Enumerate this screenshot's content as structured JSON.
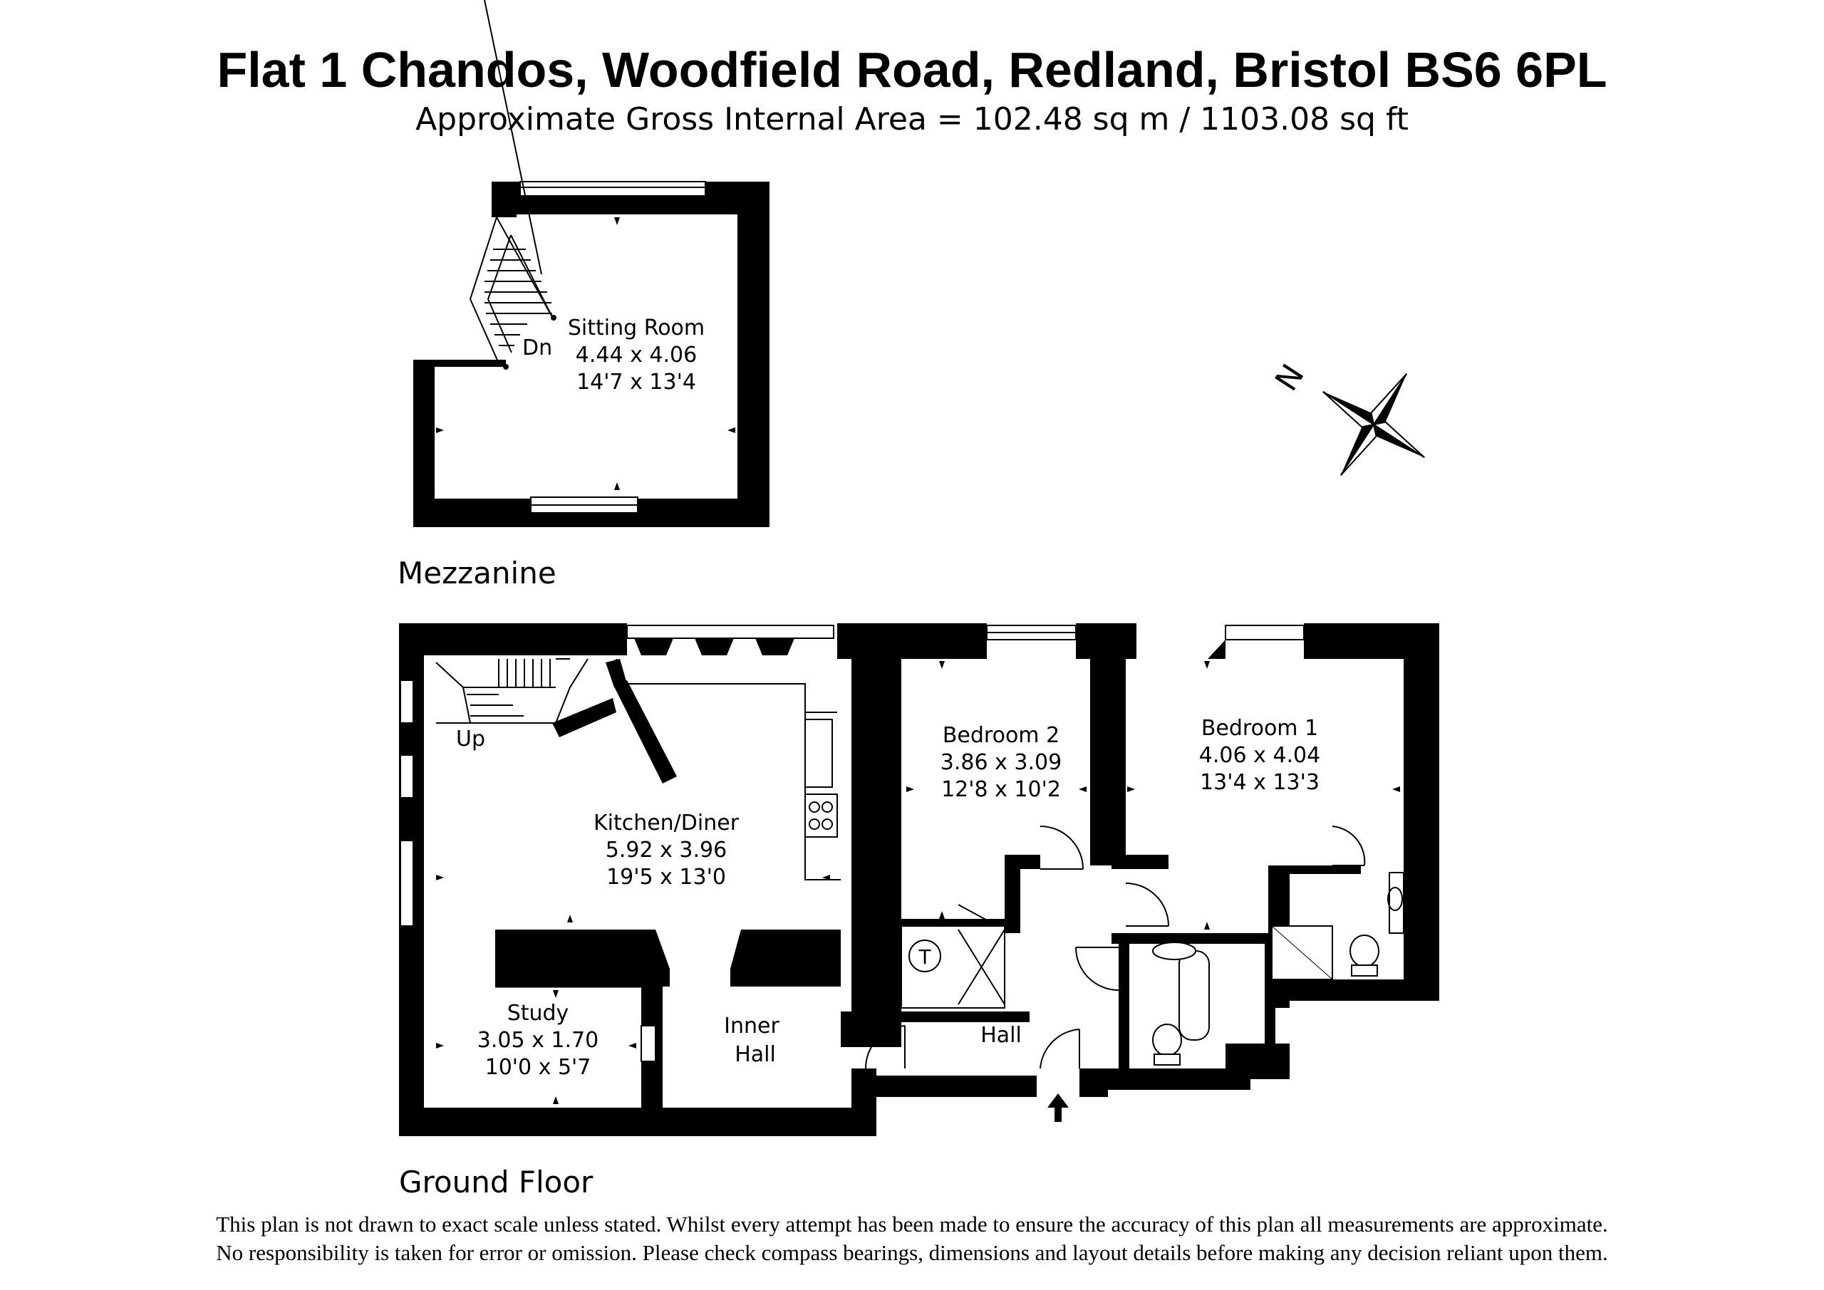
{
  "header": {
    "title": "Flat 1 Chandos, Woodfield Road, Redland, Bristol  BS6 6PL",
    "subtitle": "Approximate Gross Internal Area = 102.48 sq m / 1103.08 sq ft"
  },
  "compass": {
    "label": "N"
  },
  "mezzanine": {
    "label": "Mezzanine",
    "stair_label": "Dn",
    "rooms": [
      {
        "name": "Sitting Room",
        "metric": "4.44 x 4.06",
        "imperial": "14'7 x 13'4"
      }
    ]
  },
  "ground_floor": {
    "label": "Ground Floor",
    "stair_label": "Up",
    "cylinder_label": "T",
    "rooms": [
      {
        "name": "Kitchen/Diner",
        "metric": "5.92 x 3.96",
        "imperial": "19'5 x 13'0"
      },
      {
        "name": "Bedroom 2",
        "metric": "3.86 x 3.09",
        "imperial": "12'8 x 10'2"
      },
      {
        "name": "Bedroom 1",
        "metric": "4.06 x 4.04",
        "imperial": "13'4 x 13'3"
      },
      {
        "name": "Study",
        "metric": "3.05 x 1.70",
        "imperial": "10'0 x 5'7"
      },
      {
        "name": "Inner",
        "name2": "Hall"
      },
      {
        "name": "Hall"
      }
    ]
  },
  "disclaimer": {
    "line1": "This plan is not drawn to exact scale unless stated.  Whilst every attempt has been made to ensure the accuracy of this plan all measurements are approximate.",
    "line2": "No responsibility is taken for error or omission.  Please check compass bearings, dimensions and layout details before making any decision reliant upon them."
  }
}
